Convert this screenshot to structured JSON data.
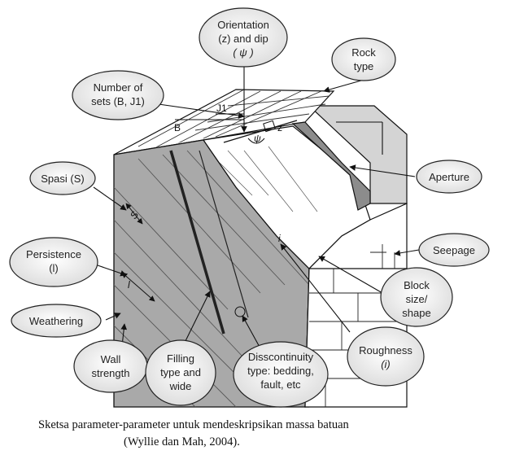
{
  "labels": {
    "orientation": [
      "Orientation",
      "(z) and dip",
      "( ψ )"
    ],
    "rock_type": [
      "Rock",
      "type"
    ],
    "number_sets": [
      "Number of",
      "sets (B, J1)"
    ],
    "spasi": [
      "Spasi (S)"
    ],
    "aperture": [
      "Aperture"
    ],
    "persistence": [
      "Persistence",
      "(l)"
    ],
    "seepage": [
      "Seepage"
    ],
    "block": [
      "Block",
      "size/",
      "shape"
    ],
    "weathering": [
      "Weathering"
    ],
    "wall_strength": [
      "Wall",
      "strength"
    ],
    "filling": [
      "Filling",
      "type and",
      "wide"
    ],
    "discontinuity": [
      "Disscontinuity",
      "type: bedding,",
      "fault, etc"
    ],
    "roughness": [
      "Roughness",
      "(i)"
    ]
  },
  "sketch_marks": {
    "j1": "J1",
    "b": "B",
    "z": "z",
    "psi": "ψ",
    "s": "S",
    "l": "l",
    "i": "i"
  },
  "caption": {
    "line1": "Sketsa parameter-parameter  untuk mendeskripsikan massa batuan",
    "line2": "(Wyllie dan Mah, 2004)."
  },
  "colors": {
    "face_gray": "#a9a9a9",
    "aperture_gray": "#8c8c8c",
    "back_block": "#d4d4d4",
    "bubble_fill": "#eeeeee",
    "line": "#1a1a1a"
  }
}
